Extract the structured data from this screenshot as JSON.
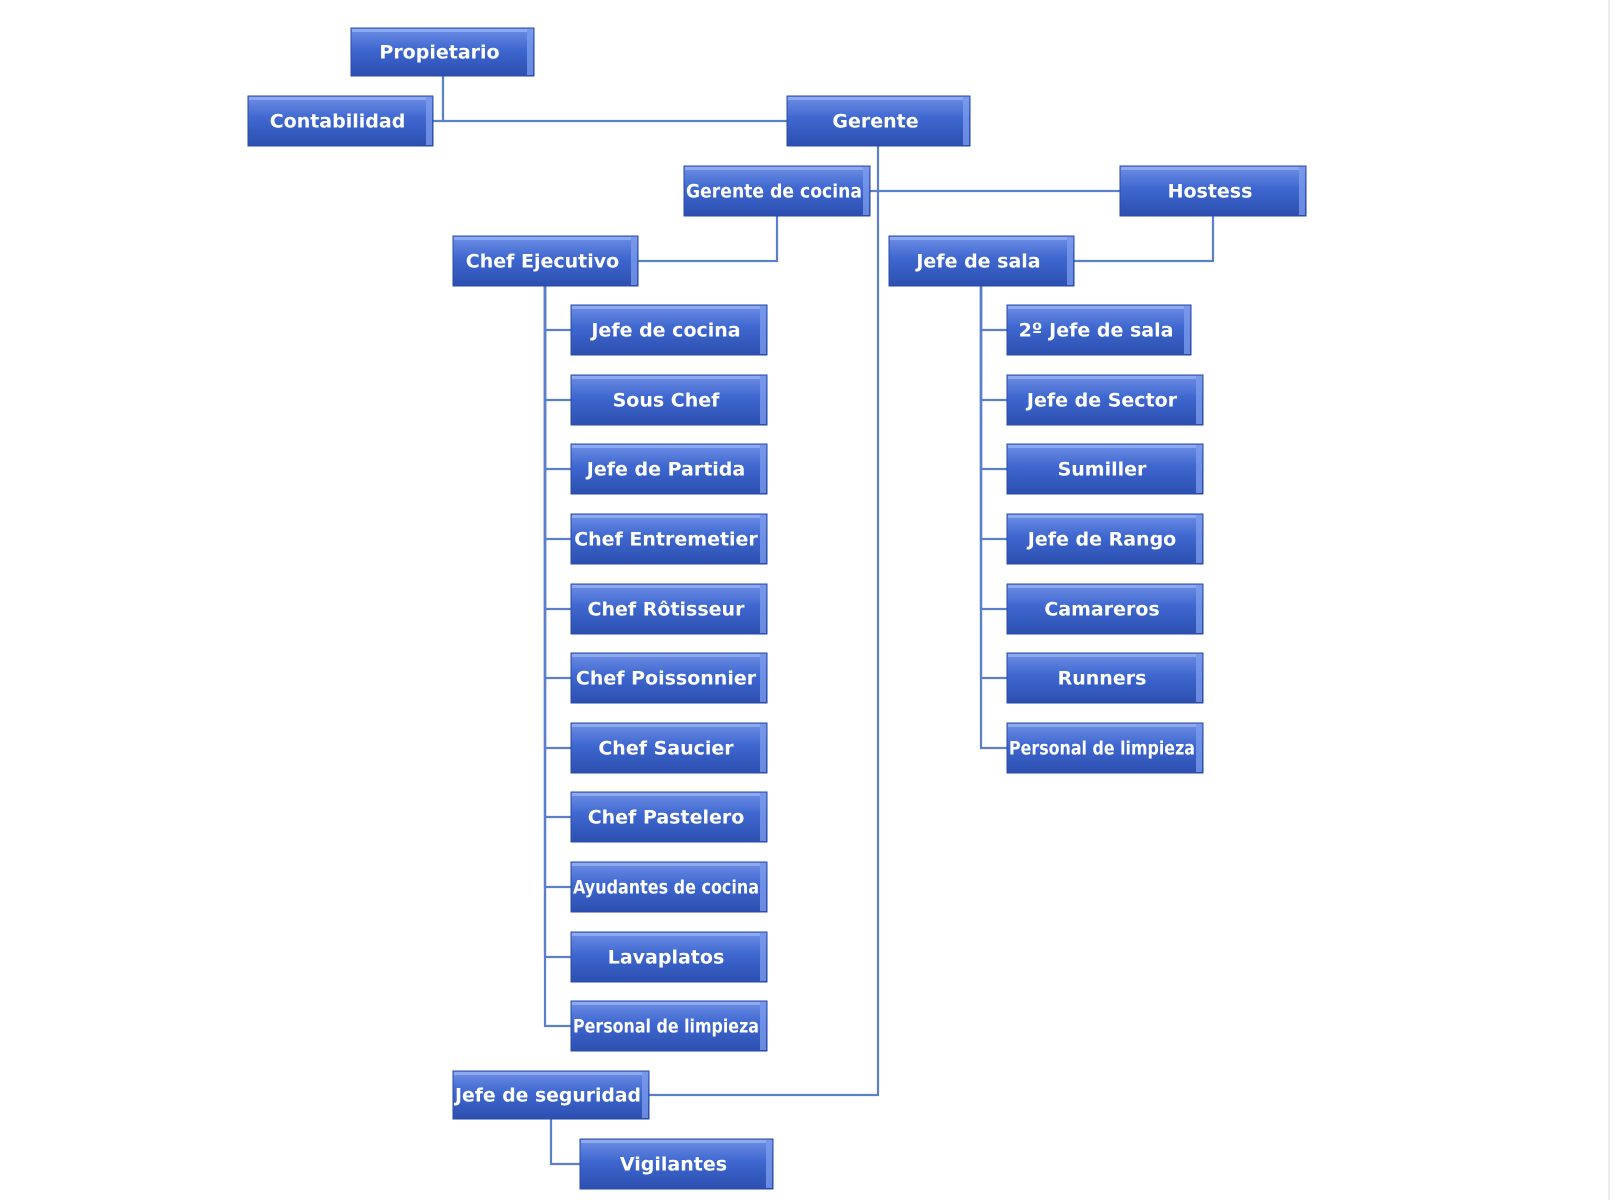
{
  "colors": {
    "box_top": "#6f8fe6",
    "box_mid": "#3e67cf",
    "box_bottom": "#2c4fb0",
    "box_side": "#7e9ded",
    "connector": "#5b7fc9",
    "background": "#ffffff"
  },
  "nodes": [
    {
      "id": "propietario",
      "label": "Propietario"
    },
    {
      "id": "contabilidad",
      "label": "Contabilidad"
    },
    {
      "id": "gerente",
      "label": "Gerente"
    },
    {
      "id": "gerente-cocina",
      "label": "Gerente de cocina"
    },
    {
      "id": "hostess",
      "label": "Hostess"
    },
    {
      "id": "chef-ejecutivo",
      "label": "Chef Ejecutivo"
    },
    {
      "id": "jefe-sala",
      "label": "Jefe de sala"
    },
    {
      "id": "jefe-cocina",
      "label": "Jefe de cocina"
    },
    {
      "id": "sous-chef",
      "label": "Sous Chef"
    },
    {
      "id": "jefe-partida",
      "label": "Jefe de Partida"
    },
    {
      "id": "chef-entremetier",
      "label": "Chef Entremetier"
    },
    {
      "id": "chef-rotisseur",
      "label": "Chef Rôtisseur"
    },
    {
      "id": "chef-poissonnier",
      "label": "Chef Poissonnier"
    },
    {
      "id": "chef-saucier",
      "label": "Chef Saucier"
    },
    {
      "id": "chef-pastelero",
      "label": "Chef Pastelero"
    },
    {
      "id": "ayudantes-cocina",
      "label": "Ayudantes de cocina"
    },
    {
      "id": "lavaplatos",
      "label": "Lavaplatos"
    },
    {
      "id": "personal-limpieza-cocina",
      "label": "Personal de limpieza"
    },
    {
      "id": "segundo-jefe-sala",
      "label": "2º Jefe de sala"
    },
    {
      "id": "jefe-sector",
      "label": "Jefe de Sector"
    },
    {
      "id": "sumiller",
      "label": "Sumiller"
    },
    {
      "id": "jefe-rango",
      "label": "Jefe de Rango"
    },
    {
      "id": "camareros",
      "label": "Camareros"
    },
    {
      "id": "runners",
      "label": "Runners"
    },
    {
      "id": "personal-limpieza-sala",
      "label": "Personal de limpieza"
    },
    {
      "id": "jefe-seguridad",
      "label": "Jefe de seguridad"
    },
    {
      "id": "vigilantes",
      "label": "Vigilantes"
    }
  ],
  "edges": [
    [
      "propietario",
      "contabilidad"
    ],
    [
      "propietario",
      "gerente"
    ],
    [
      "gerente",
      "gerente-cocina"
    ],
    [
      "gerente",
      "hostess"
    ],
    [
      "gerente",
      "jefe-seguridad"
    ],
    [
      "gerente-cocina",
      "chef-ejecutivo"
    ],
    [
      "hostess",
      "jefe-sala"
    ],
    [
      "chef-ejecutivo",
      "jefe-cocina"
    ],
    [
      "chef-ejecutivo",
      "sous-chef"
    ],
    [
      "chef-ejecutivo",
      "jefe-partida"
    ],
    [
      "chef-ejecutivo",
      "chef-entremetier"
    ],
    [
      "chef-ejecutivo",
      "chef-rotisseur"
    ],
    [
      "chef-ejecutivo",
      "chef-poissonnier"
    ],
    [
      "chef-ejecutivo",
      "chef-saucier"
    ],
    [
      "chef-ejecutivo",
      "chef-pastelero"
    ],
    [
      "chef-ejecutivo",
      "ayudantes-cocina"
    ],
    [
      "chef-ejecutivo",
      "lavaplatos"
    ],
    [
      "chef-ejecutivo",
      "personal-limpieza-cocina"
    ],
    [
      "jefe-sala",
      "segundo-jefe-sala"
    ],
    [
      "jefe-sala",
      "jefe-sector"
    ],
    [
      "jefe-sala",
      "sumiller"
    ],
    [
      "jefe-sala",
      "jefe-rango"
    ],
    [
      "jefe-sala",
      "camareros"
    ],
    [
      "jefe-sala",
      "runners"
    ],
    [
      "jefe-sala",
      "personal-limpieza-sala"
    ],
    [
      "jefe-seguridad",
      "vigilantes"
    ]
  ]
}
